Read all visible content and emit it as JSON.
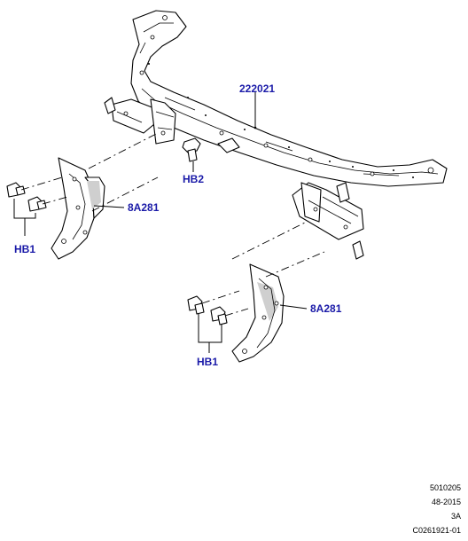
{
  "labels": {
    "main_beam": "222021",
    "bolt_center": "HB2",
    "bolt_left": "HB1",
    "bracket_left": "8A281",
    "bracket_right": "8A281",
    "bolt_lower": "HB1"
  },
  "reference": {
    "line1": "5010205",
    "line2": "48-2015",
    "line3": "3A",
    "line4": "C0261921-01"
  }
}
